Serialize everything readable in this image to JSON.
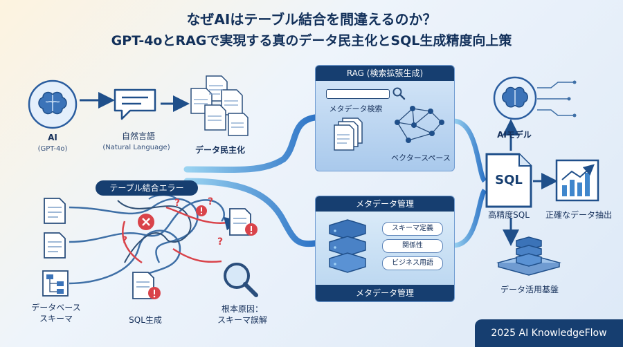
{
  "title": {
    "line1": "なぜAIはテーブル結合を間違えるのか？",
    "line2": "GPT-4oとRAGで実現する真のデータ民主化とSQL生成精度向上策"
  },
  "left": {
    "ai_label": "AI",
    "ai_sub": "(GPT-4o)",
    "nl_label": "自然言語",
    "nl_sub": "(Natural Language)",
    "democratization_label": "データ民主化",
    "error_tag": "テーブル結合エラー",
    "schema_label_1": "データベース",
    "schema_label_2": "スキーマ",
    "sql_gen_label": "SQL生成",
    "root_cause_1": "根本原因：",
    "root_cause_2": "スキーマ誤解",
    "question_mark": "?"
  },
  "rag_panel": {
    "title": "RAG (検索拡張生成)",
    "search_label": "メタデータ検索",
    "vector_label": "ベクタースペース"
  },
  "meta_panel": {
    "title": "メタデータ管理",
    "footer": "メタデータ管理",
    "items": [
      "スキーマ定義",
      "関係性",
      "ビジネス用語"
    ]
  },
  "right": {
    "ai_model_label": "AIモデル",
    "sql_text": "SQL",
    "sql_label": "高精度SQL",
    "extraction_label": "正確なデータ抽出",
    "platform_label": "データ活用基盤"
  },
  "footer": {
    "brand": "2025 AI KnowledgeFlow"
  },
  "colors": {
    "navy": "#163e70",
    "accent_blue": "#3f7fcf",
    "error_red": "#d9434a",
    "flow_teal": "#4aa8d8"
  }
}
